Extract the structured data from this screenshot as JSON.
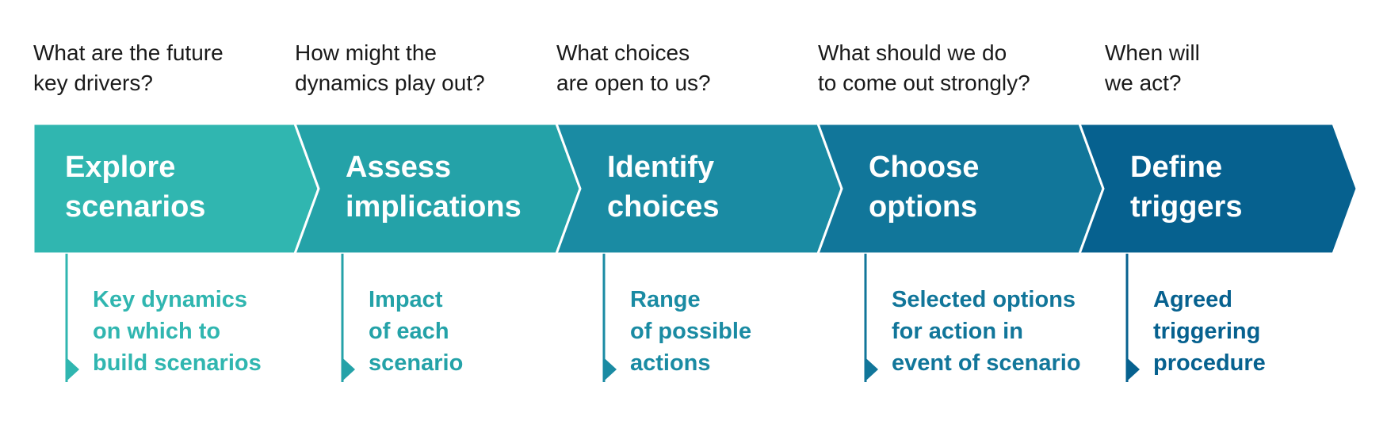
{
  "steps": [
    {
      "question": [
        "What are the future",
        "key drivers?"
      ],
      "title": [
        "Explore",
        "scenarios"
      ],
      "output": [
        "Key dynamics",
        "on which to",
        "build scenarios"
      ],
      "color": "#30b6b0",
      "accent": "#30b6b0"
    },
    {
      "question": [
        "How might the",
        "dynamics play out?"
      ],
      "title": [
        "Assess",
        "implications"
      ],
      "output": [
        "Impact",
        "of each",
        "scenario"
      ],
      "color": "#24a2a8",
      "accent": "#24a2a8"
    },
    {
      "question": [
        "What choices",
        "are open to us?"
      ],
      "title": [
        "Identify",
        "choices"
      ],
      "output": [
        "Range",
        "of possible",
        "actions"
      ],
      "color": "#1a8ba3",
      "accent": "#1a8ba3"
    },
    {
      "question": [
        "What should we do",
        "to come out strongly?"
      ],
      "title": [
        "Choose",
        "options"
      ],
      "output": [
        "Selected options",
        "for action in",
        "event of scenario"
      ],
      "color": "#11769a",
      "accent": "#11769a"
    },
    {
      "question": [
        "When will",
        "we act?"
      ],
      "title": [
        "Define",
        "triggers"
      ],
      "output": [
        "Agreed",
        "triggering",
        "procedure"
      ],
      "color": "#06618f",
      "accent": "#06618f"
    }
  ]
}
